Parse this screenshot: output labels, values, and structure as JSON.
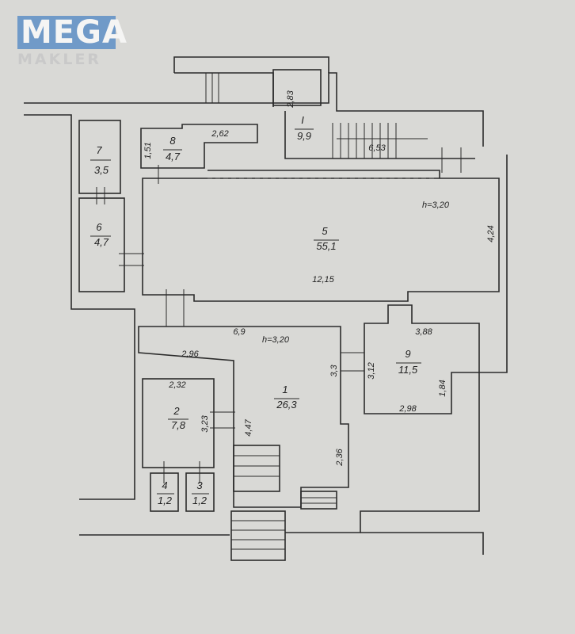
{
  "logo": {
    "line1": "MEGA",
    "line2": "MAKLER",
    "color": "#4d86c4"
  },
  "rooms": [
    {
      "id": "1",
      "number": "1",
      "area": "26,3"
    },
    {
      "id": "2",
      "number": "2",
      "area": "7,8"
    },
    {
      "id": "3",
      "number": "3",
      "area": "1,2"
    },
    {
      "id": "4",
      "number": "4",
      "area": "1,2"
    },
    {
      "id": "5",
      "number": "5",
      "area": "55,1"
    },
    {
      "id": "6",
      "number": "6",
      "area": "4,7"
    },
    {
      "id": "7",
      "number": "7",
      "area": "3,5"
    },
    {
      "id": "8",
      "number": "8",
      "area": "4,7"
    },
    {
      "id": "9",
      "number": "9",
      "area": "11,5"
    },
    {
      "id": "I",
      "number": "I",
      "area": "9,9"
    }
  ],
  "dimensions": {
    "d_2_62": "2,62",
    "d_1_51": "1,51",
    "d_2_83": "2,83",
    "d_6_53": "6,53",
    "d_4_24": "4,24",
    "d_12_15": "12,15",
    "d_6_9": "6,9",
    "d_2_96": "2,96",
    "d_3_3": "3,3",
    "d_3_12": "3,12",
    "d_3_88": "3,88",
    "d_1_84": "1,84",
    "d_2_98": "2,98",
    "d_2_32": "2,32",
    "d_3_23": "3,23",
    "d_4_47": "4,47",
    "d_2_36": "2,36"
  },
  "heights": {
    "h5": "h=3,20",
    "h1": "h=3,20"
  }
}
